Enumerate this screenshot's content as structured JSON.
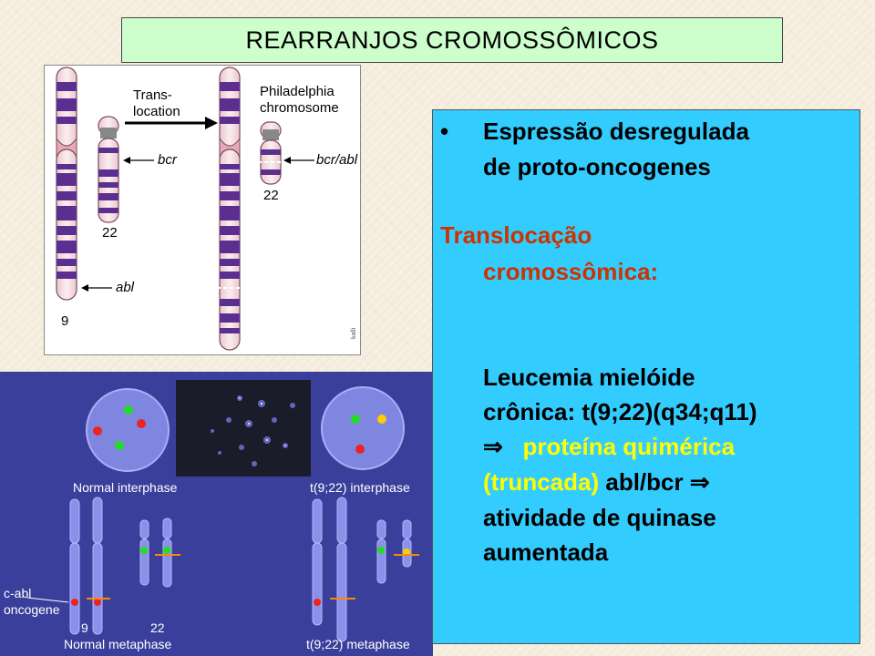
{
  "slide": {
    "title": "REARRANJOS CROMOSSÔMICOS"
  },
  "figure_top": {
    "arrow_label_1": "Trans-",
    "arrow_label_2": "location",
    "ph_label_1": "Philadelphia",
    "ph_label_2": "chromosome",
    "bcr_label": "bcr",
    "bcrabl_label": "bcr/abl",
    "abl_label": "abl",
    "chr22_label": "22",
    "chr22_der_label": "22",
    "chr9_label": "9",
    "credit": "kalli"
  },
  "figure_bottom": {
    "normal_interphase": "Normal interphase",
    "translocated_interphase": "t(9;22) interphase",
    "cabl_1": "c-abl",
    "cabl_2": "oncogene",
    "chr9": "9",
    "chr22": "22",
    "normal_metaphase": "Normal metaphase",
    "translocated_metaphase": "t(9;22) metaphase"
  },
  "text": {
    "bullet": "•",
    "b1_line1": "Espressão desregulada",
    "b1_line2": "de proto-oncogenes",
    "h2_line1": "Translocação",
    "h2_line2": "cromossômica:",
    "p_line1": "Leucemia mielóide",
    "p_line2": "crônica: t(9;22)(q34;q11)",
    "arrow1": "⇒",
    "p_line3_yellow": "proteína quimérica",
    "p_line4_yellow": "(truncada)",
    "p_line4_black": "abl/bcr",
    "arrow2": "⇒",
    "p_line5": "atividade de quinase",
    "p_line6": "aumentada"
  },
  "colors": {
    "title_bg": "#ccffcc",
    "text_bg": "#33ccff",
    "heading_red": "#cc3300",
    "highlight_yellow": "#ffff00",
    "chromosome_band": "#5b2e8f",
    "chromosome_base": "#f7dfe3",
    "fish_bg": "#3b3f9c"
  }
}
